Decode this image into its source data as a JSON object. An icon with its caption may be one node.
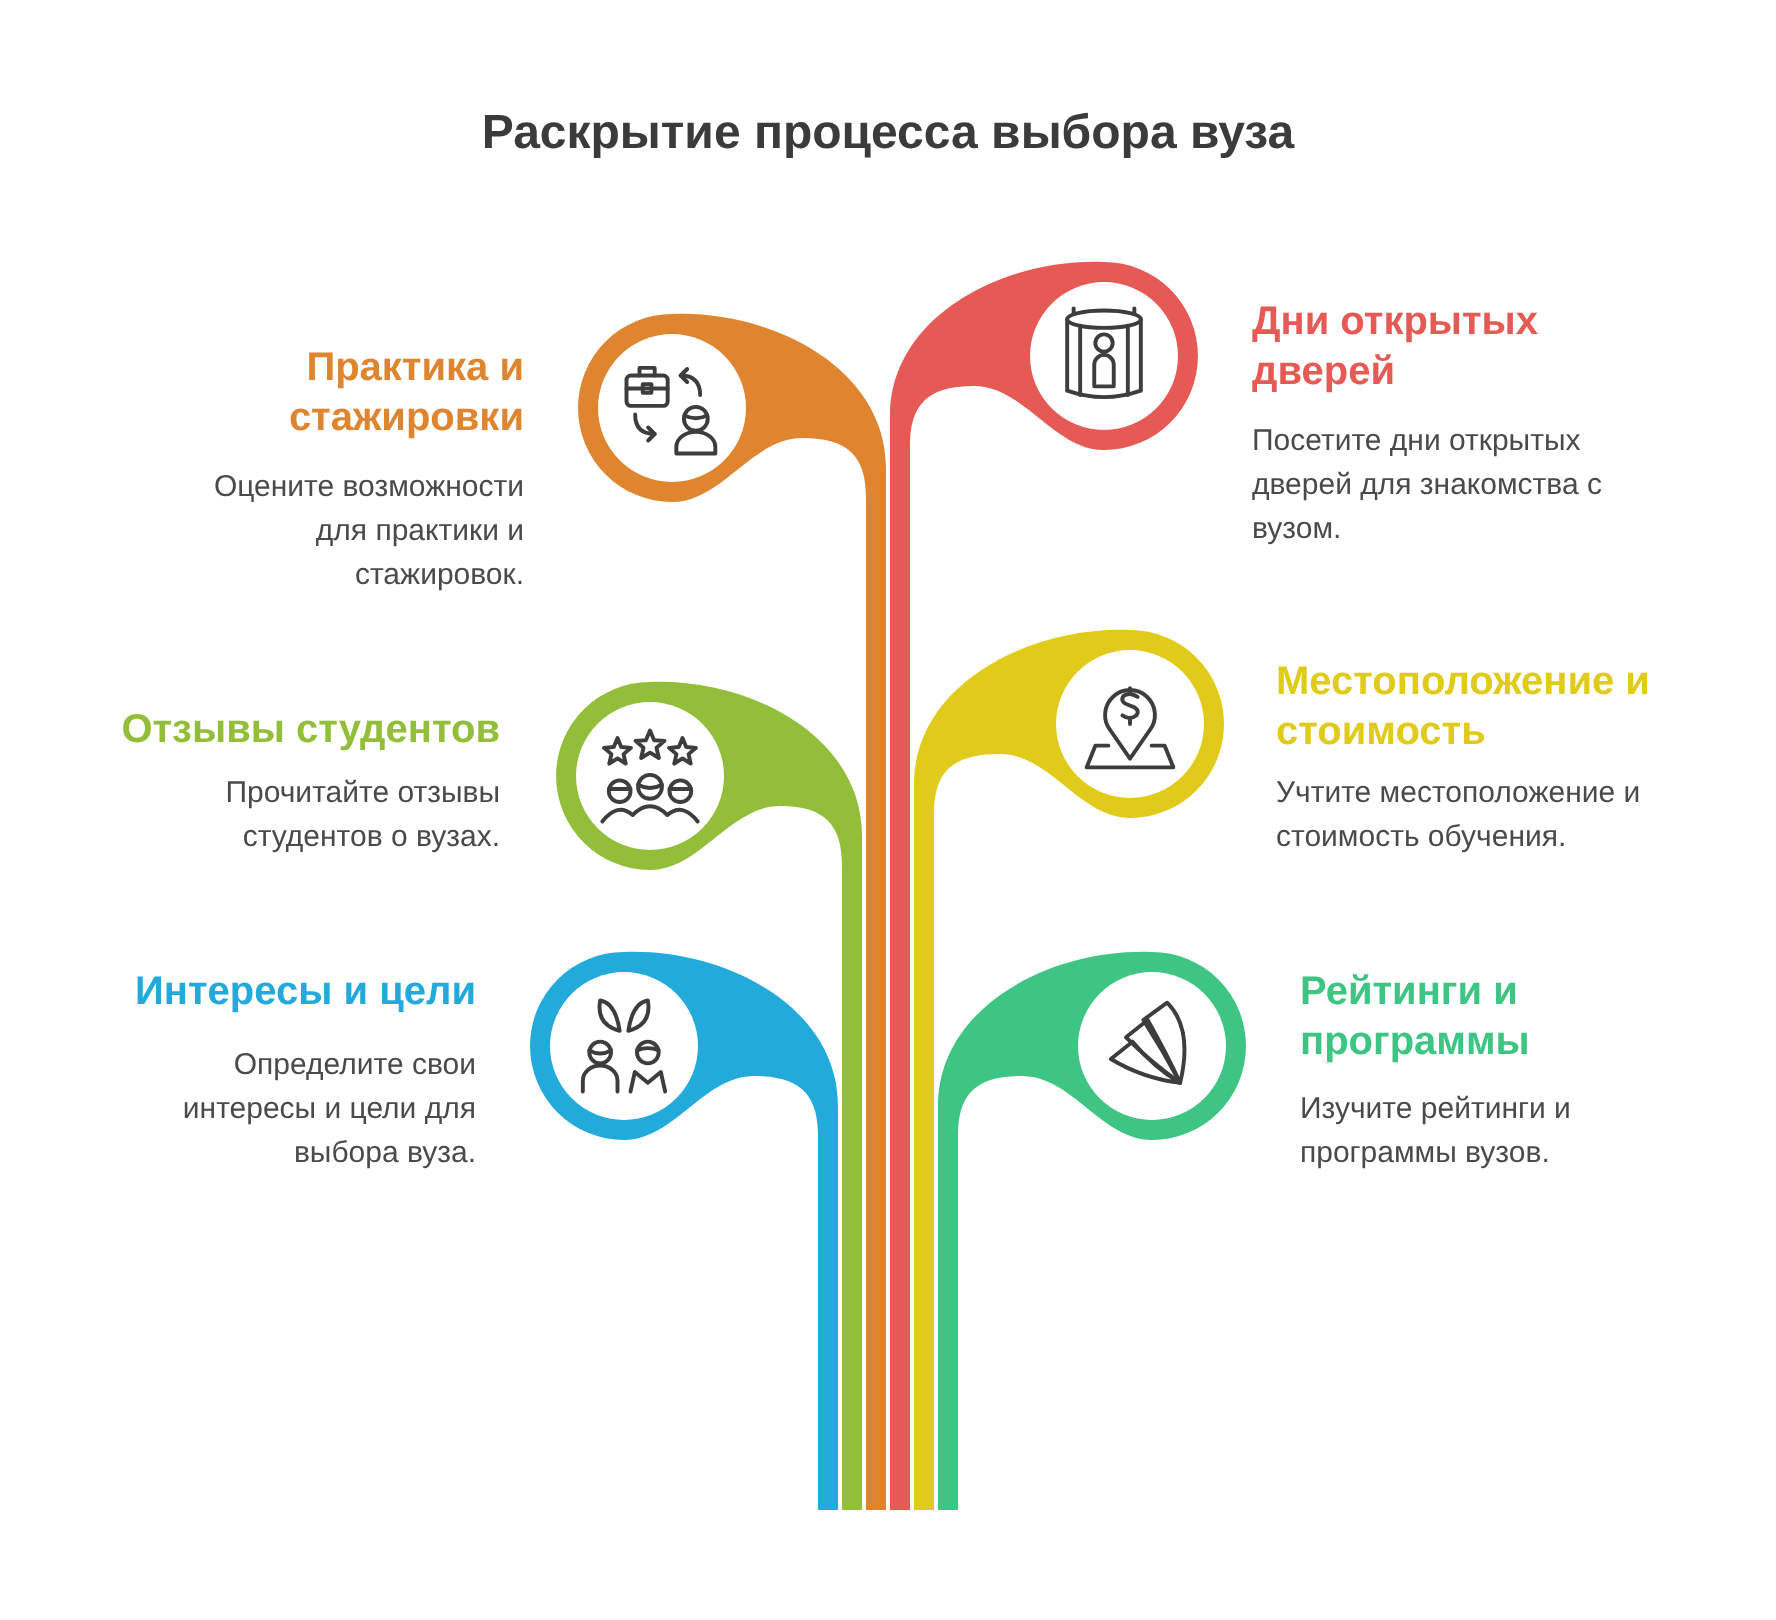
{
  "diagram": {
    "title": "Раскрытие процесса выбора вуза",
    "nodes": [
      {
        "text": [
          "Практика и стажировки",
          "Оцените возможности для практики и стажировок."
        ]
      },
      {
        "text": [
          "Дни открытых дверей",
          "Посетите дни открытых дверей для знакомства с вузом."
        ]
      },
      {
        "text": [
          "Отзывы студентов",
          "Прочитайте отзывы студентов о вузах."
        ]
      },
      {
        "text": [
          "Местоположение и стоимость",
          "Учтите местоположение и стоимость обучения."
        ]
      },
      {
        "text": [
          "Интересы и цели",
          "Определите свои интересы и цели для выбора вуза."
        ]
      },
      {
        "text": [
          "Рейтинги и программы",
          "Изучите рейтинги и программы вузов."
        ]
      }
    ]
  }
}
